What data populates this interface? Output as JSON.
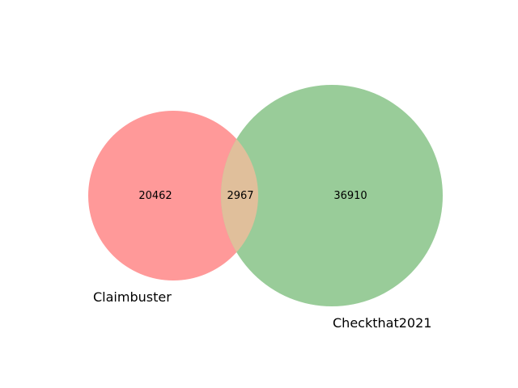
{
  "diagram": {
    "type": "venn2",
    "sets": [
      {
        "name": "Claimbuster",
        "color": "#ff9999"
      },
      {
        "name": "Checkthat2021",
        "color": "#99cc99"
      }
    ],
    "overlap_color": "#e0bf9b",
    "counts": {
      "only_a": "20462",
      "both": "2967",
      "only_b": "36910"
    }
  }
}
